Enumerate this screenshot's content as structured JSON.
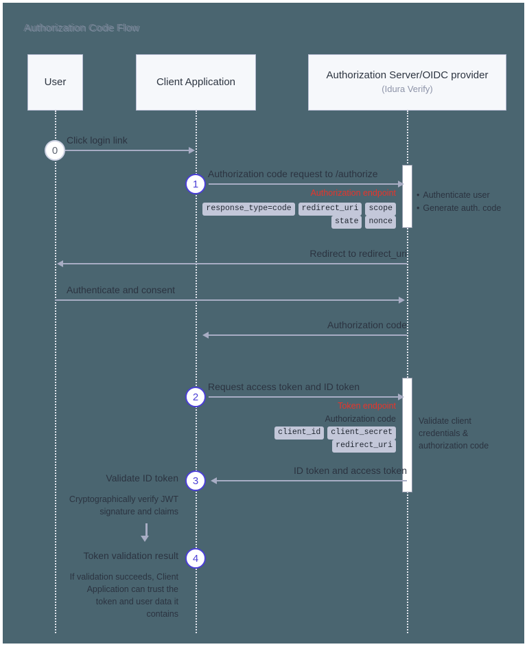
{
  "diagram": {
    "title": "Authorization Code Flow",
    "type": "sequence-diagram",
    "background_color": "#4a6570",
    "accent_color": "#4b3fd6",
    "alert_color": "#e8342a"
  },
  "participants": [
    {
      "name": "User",
      "subtitle": ""
    },
    {
      "name": "Client Application",
      "subtitle": ""
    },
    {
      "name": "Authorization Server/OIDC provider",
      "subtitle": "(Idura Verify)"
    }
  ],
  "steps": [
    {
      "number": "0",
      "style": "muted"
    },
    {
      "number": "1",
      "style": "accent"
    },
    {
      "number": "2",
      "style": "accent"
    },
    {
      "number": "3",
      "style": "accent"
    },
    {
      "number": "4",
      "style": "accent"
    }
  ],
  "messages": [
    {
      "label": "Click login link",
      "from": "User",
      "to": "Client Application",
      "direction": "right"
    },
    {
      "label": "Authorization code request to /authorize",
      "from": "Client Application",
      "to": "Authorization Server",
      "direction": "right"
    },
    {
      "label": "Redirect to redirect_uri",
      "from": "Authorization Server",
      "to": "User",
      "direction": "left"
    },
    {
      "label": "Authenticate and consent",
      "from": "User",
      "to": "Authorization Server",
      "direction": "right"
    },
    {
      "label": "Authorization code",
      "from": "Authorization Server",
      "to": "Client Application",
      "direction": "left"
    },
    {
      "label": "Request access token and ID token",
      "from": "Client Application",
      "to": "Authorization Server",
      "direction": "right"
    },
    {
      "label": "ID token and access token",
      "from": "Authorization Server",
      "to": "Client Application",
      "direction": "left"
    }
  ],
  "endpoints": {
    "authorize": "Authorization endpoint",
    "token": "Token endpoint"
  },
  "authorize_params": [
    [
      "response_type=code",
      "redirect_uri",
      "scope"
    ],
    [
      "state",
      "nonce"
    ]
  ],
  "token_params_heading": "Authorization code",
  "token_params": [
    [
      "client_id",
      "client_secret"
    ],
    [
      "redirect_uri"
    ]
  ],
  "server_notes": {
    "authorize_bullets": [
      "Authenticate user",
      "Generate auth. code"
    ],
    "token_note": "Validate client credentials & authorization code"
  },
  "client_notes": {
    "validate_id_token_label": "Validate ID token",
    "validate_id_token_detail": "Cryptographically verify JWT signature and claims",
    "token_validation_result_label": "Token validation result",
    "token_validation_result_detail": "If validation succeeds, Client Application can trust the token and user data it contains"
  }
}
